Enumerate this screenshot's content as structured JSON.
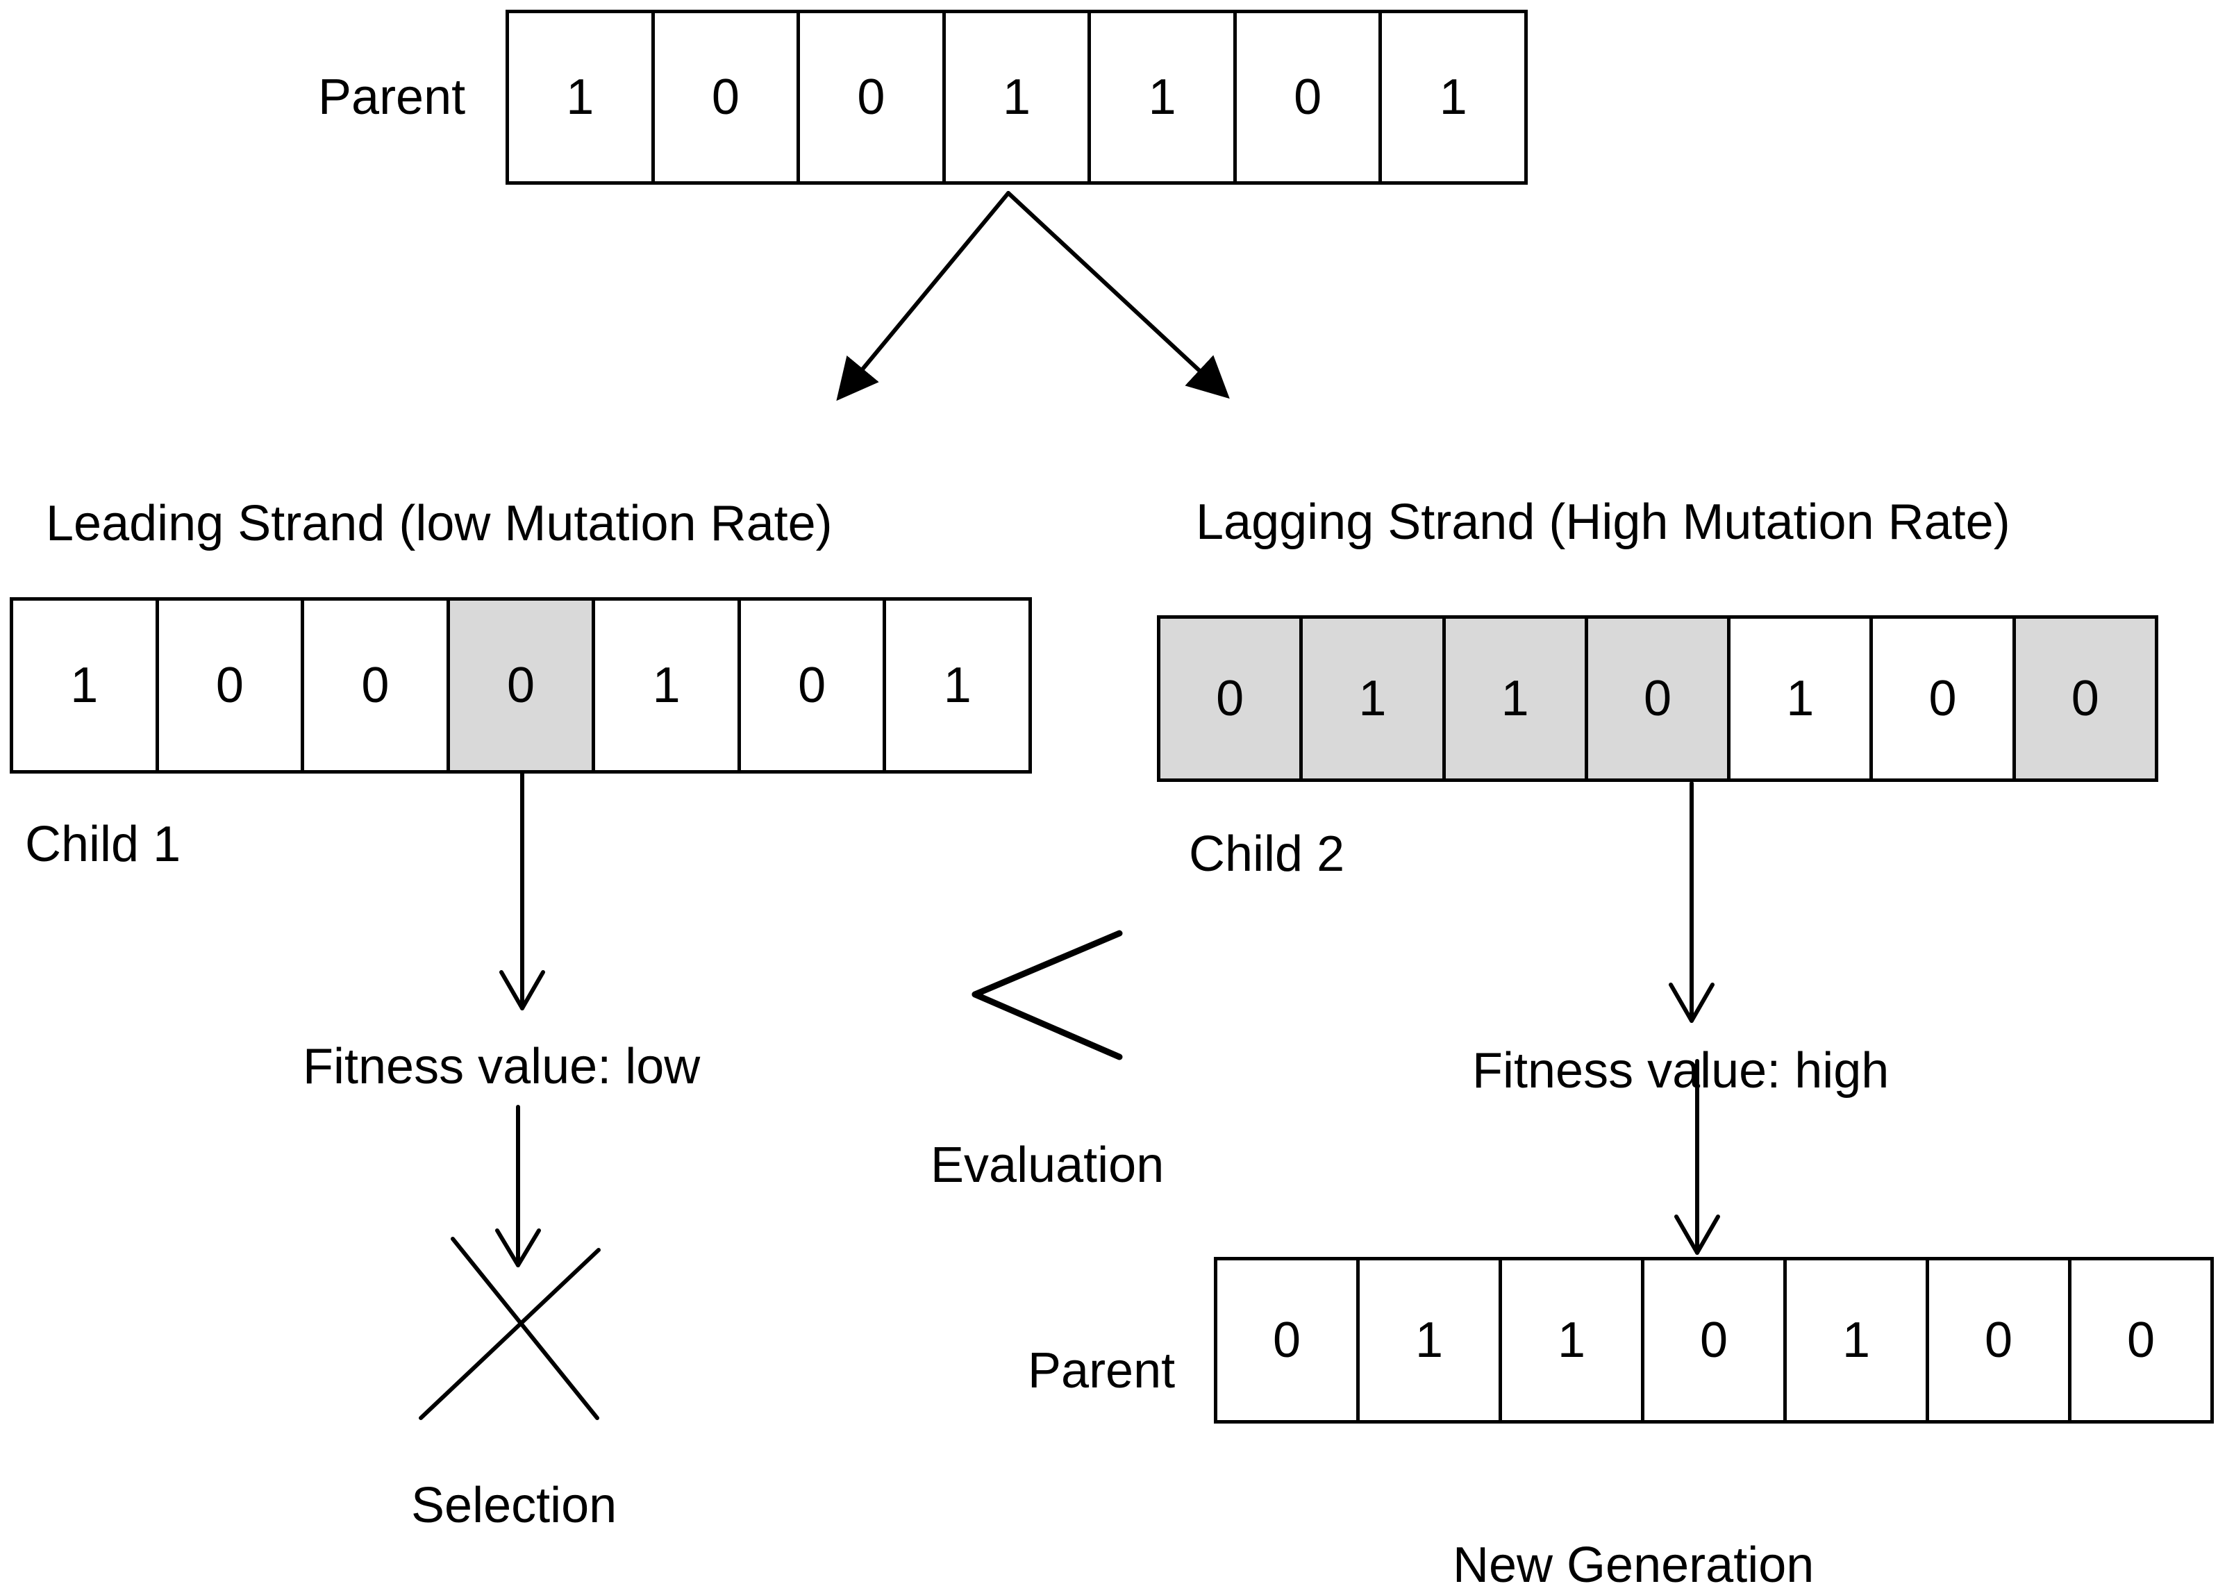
{
  "parent_top": {
    "label": "Parent",
    "bits": [
      "1",
      "0",
      "0",
      "1",
      "1",
      "0",
      "1"
    ],
    "mutated": [
      false,
      false,
      false,
      false,
      false,
      false,
      false
    ]
  },
  "leading": {
    "title": "Leading Strand (low Mutation Rate)",
    "child_label": "Child 1",
    "bits": [
      "1",
      "0",
      "0",
      "0",
      "1",
      "0",
      "1"
    ],
    "mutated": [
      false,
      false,
      false,
      true,
      false,
      false,
      false
    ],
    "fitness": "Fitness value: low",
    "outcome": "Selection"
  },
  "lagging": {
    "title": "Lagging Strand (High Mutation Rate)",
    "child_label": "Child 2",
    "bits": [
      "0",
      "1",
      "1",
      "0",
      "1",
      "0",
      "0"
    ],
    "mutated": [
      true,
      true,
      true,
      true,
      false,
      false,
      true
    ],
    "fitness": "Fitness value: high"
  },
  "evaluation_label": "Evaluation",
  "new_generation": {
    "parent_label": "Parent",
    "bits": [
      "0",
      "1",
      "1",
      "0",
      "1",
      "0",
      "0"
    ],
    "mutated": [
      false,
      false,
      false,
      false,
      false,
      false,
      false
    ],
    "caption": "New Generation"
  },
  "colors": {
    "mutated_cell": "#d9d9d9",
    "line": "#000000"
  }
}
